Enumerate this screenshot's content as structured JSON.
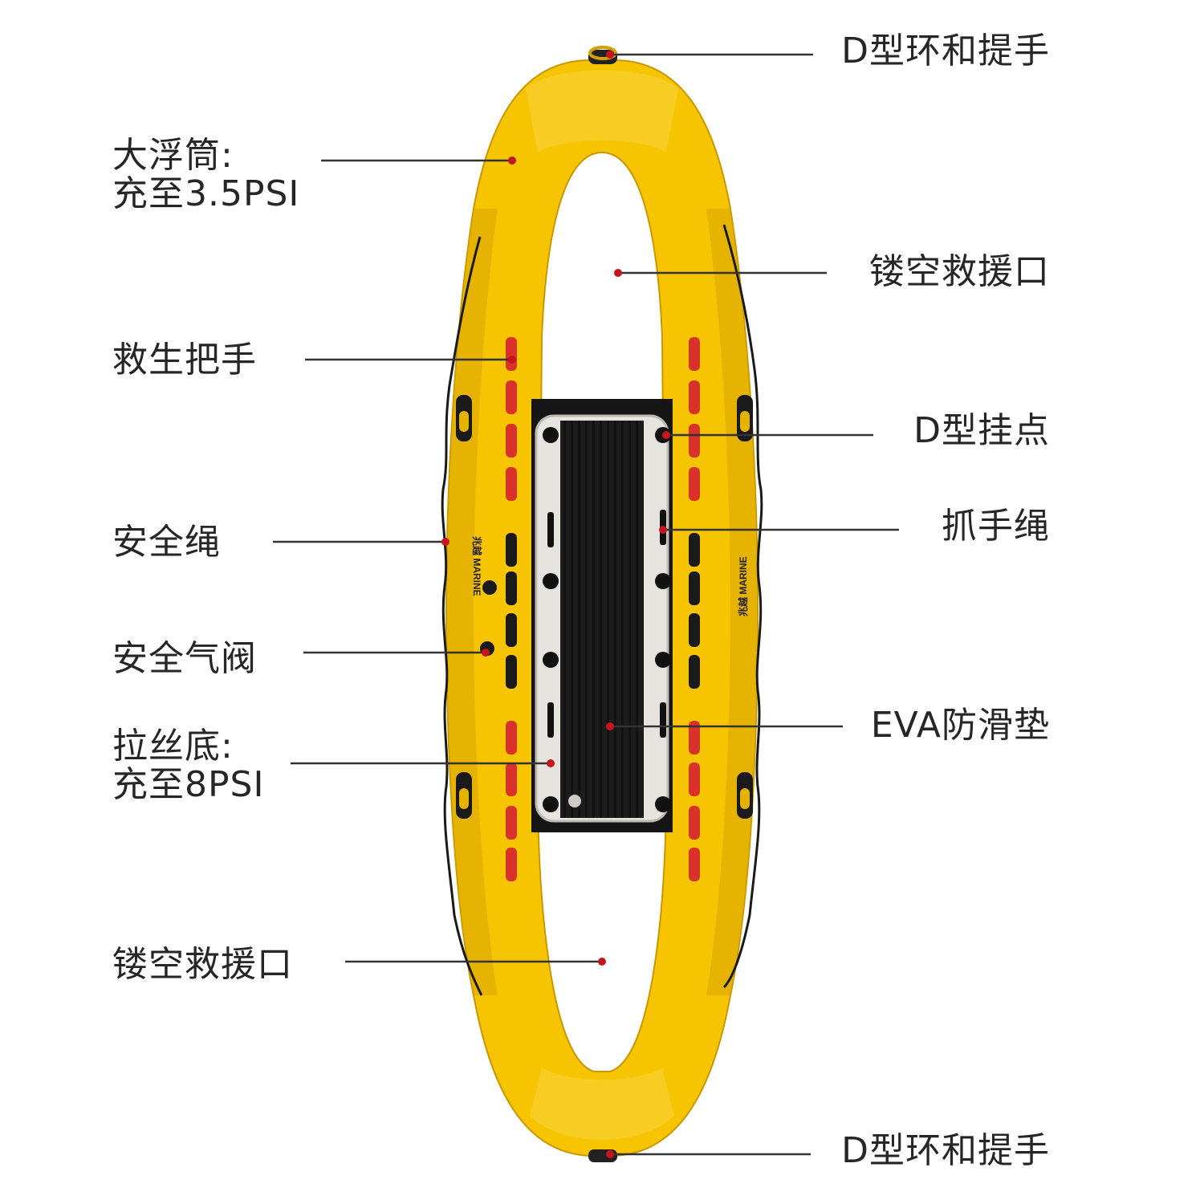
{
  "colors": {
    "float_yellow": "#F6C400",
    "float_shadow": "#D9A600",
    "handle_red": "#D8322B",
    "mat_black": "#1C1C1C",
    "frame_white": "#E6E4DE",
    "leader_line": "#333333",
    "leader_dot": "#C4161C",
    "text": "#262626"
  },
  "labels": {
    "top_d_ring": "D型环和提手",
    "big_float_line1": "大浮筒:",
    "big_float_line2": "充至3.5PSI",
    "hollow_rescue_top": "镂空救援口",
    "rescue_handle": "救生把手",
    "d_hook_point": "D型挂点",
    "safety_rope": "安全绳",
    "grab_rope": "抓手绳",
    "safety_valve": "安全气阀",
    "drop_stitch_line1": "拉丝底:",
    "drop_stitch_line2": "充至8PSI",
    "eva_pad": "EVA防滑垫",
    "hollow_rescue_bottom": "镂空救援口",
    "bottom_d_ring": "D型环和提手"
  },
  "brand_print": "兆越 MARINE",
  "icons": [
    "d-ring-icon",
    "rescue-handle-icon",
    "air-valve-icon",
    "d-hook-icon"
  ]
}
